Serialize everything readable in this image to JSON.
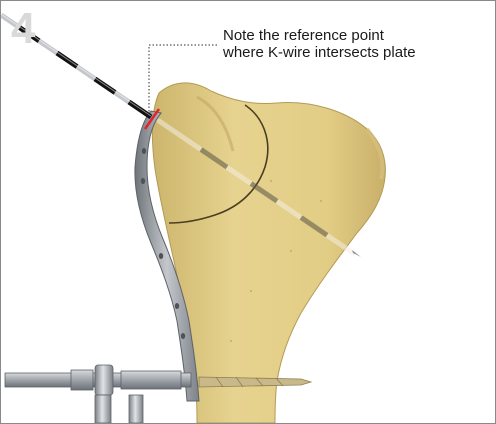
{
  "step": {
    "number": "4"
  },
  "callout": {
    "line1": "Note the reference point",
    "line2": "where K-wire intersects plate"
  },
  "colors": {
    "bone": "#e2cf88",
    "bone_shadow": "#c8b26a",
    "plate": "#9a9ea4",
    "kwire_band": "#111111",
    "reference_mark": "#e3242b"
  },
  "icons": {
    "bone": "radius-bone-illustration",
    "plate": "volar-plate-illustration",
    "kwire": "k-wire-illustration",
    "guide": "drill-guide-illustration"
  }
}
